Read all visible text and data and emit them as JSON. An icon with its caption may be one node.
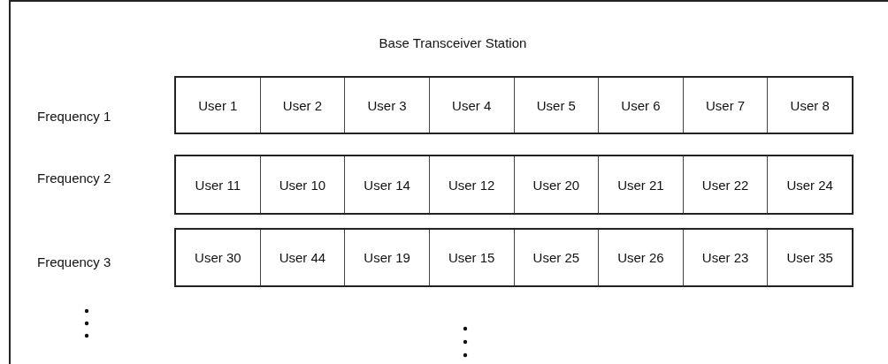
{
  "diagram": {
    "nodes": [
      {
        "text": [
          "Base Transceiver Station"
        ]
      },
      {
        "text": [
          "Frequency 1"
        ],
        "in": 0
      },
      {
        "text": [
          "User 1"
        ],
        "in": 1
      },
      {
        "text": [
          "User 2"
        ],
        "in": 1
      },
      {
        "text": [
          "User 3"
        ],
        "in": 1
      },
      {
        "text": [
          "User 4"
        ],
        "in": 1
      },
      {
        "text": [
          "User 5"
        ],
        "in": 1
      },
      {
        "text": [
          "User 6"
        ],
        "in": 1
      },
      {
        "text": [
          "User 7"
        ],
        "in": 1
      },
      {
        "text": [
          "User 8"
        ],
        "in": 1
      },
      {
        "text": [
          "Frequency 2"
        ],
        "in": 0
      },
      {
        "text": [
          "User 11"
        ],
        "in": 10
      },
      {
        "text": [
          "User 10"
        ],
        "in": 10
      },
      {
        "text": [
          "User 14"
        ],
        "in": 10
      },
      {
        "text": [
          "User 12"
        ],
        "in": 10
      },
      {
        "text": [
          "User 20"
        ],
        "in": 10
      },
      {
        "text": [
          "User 21"
        ],
        "in": 10
      },
      {
        "text": [
          "User 22"
        ],
        "in": 10
      },
      {
        "text": [
          "User 24"
        ],
        "in": 10
      },
      {
        "text": [
          "Frequency 3"
        ],
        "in": 0
      },
      {
        "text": [
          "User 30"
        ],
        "in": 19
      },
      {
        "text": [
          "User 44"
        ],
        "in": 19
      },
      {
        "text": [
          "User 19"
        ],
        "in": 19
      },
      {
        "text": [
          "User 15"
        ],
        "in": 19
      },
      {
        "text": [
          "User 25"
        ],
        "in": 19
      },
      {
        "text": [
          "User 26"
        ],
        "in": 19
      },
      {
        "text": [
          "User 23"
        ],
        "in": 19
      },
      {
        "text": [
          "User 35"
        ],
        "in": 19
      }
    ],
    "edges": []
  }
}
